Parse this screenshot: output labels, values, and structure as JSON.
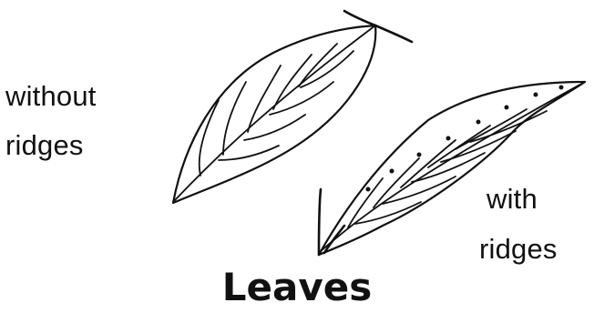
{
  "diagram": {
    "title": "Leaves",
    "labels": {
      "without_ridges_line1": "without",
      "without_ridges_line2": "ridges",
      "with_ridges_line1": "with",
      "with_ridges_line2": "ridges"
    }
  }
}
